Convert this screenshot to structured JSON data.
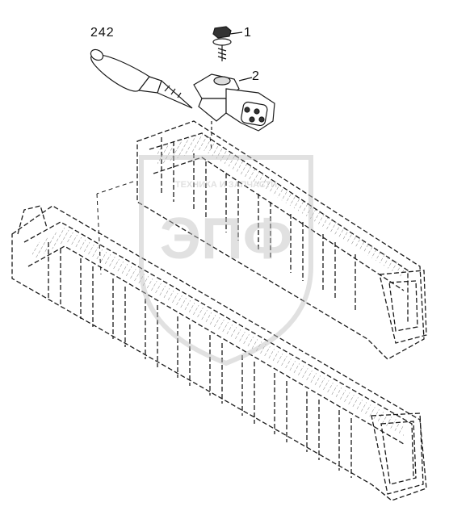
{
  "callouts": {
    "sealant": "242",
    "bolt": "1",
    "sensor": "2"
  },
  "watermark": {
    "brand_text": "ЭПФ",
    "tagline": "ТЕХНИКА И ЗАПЧАСТИ",
    "color": "#bdbdbd"
  },
  "drawing": {
    "line_color": "#1a1a1a",
    "background": "#ffffff"
  }
}
